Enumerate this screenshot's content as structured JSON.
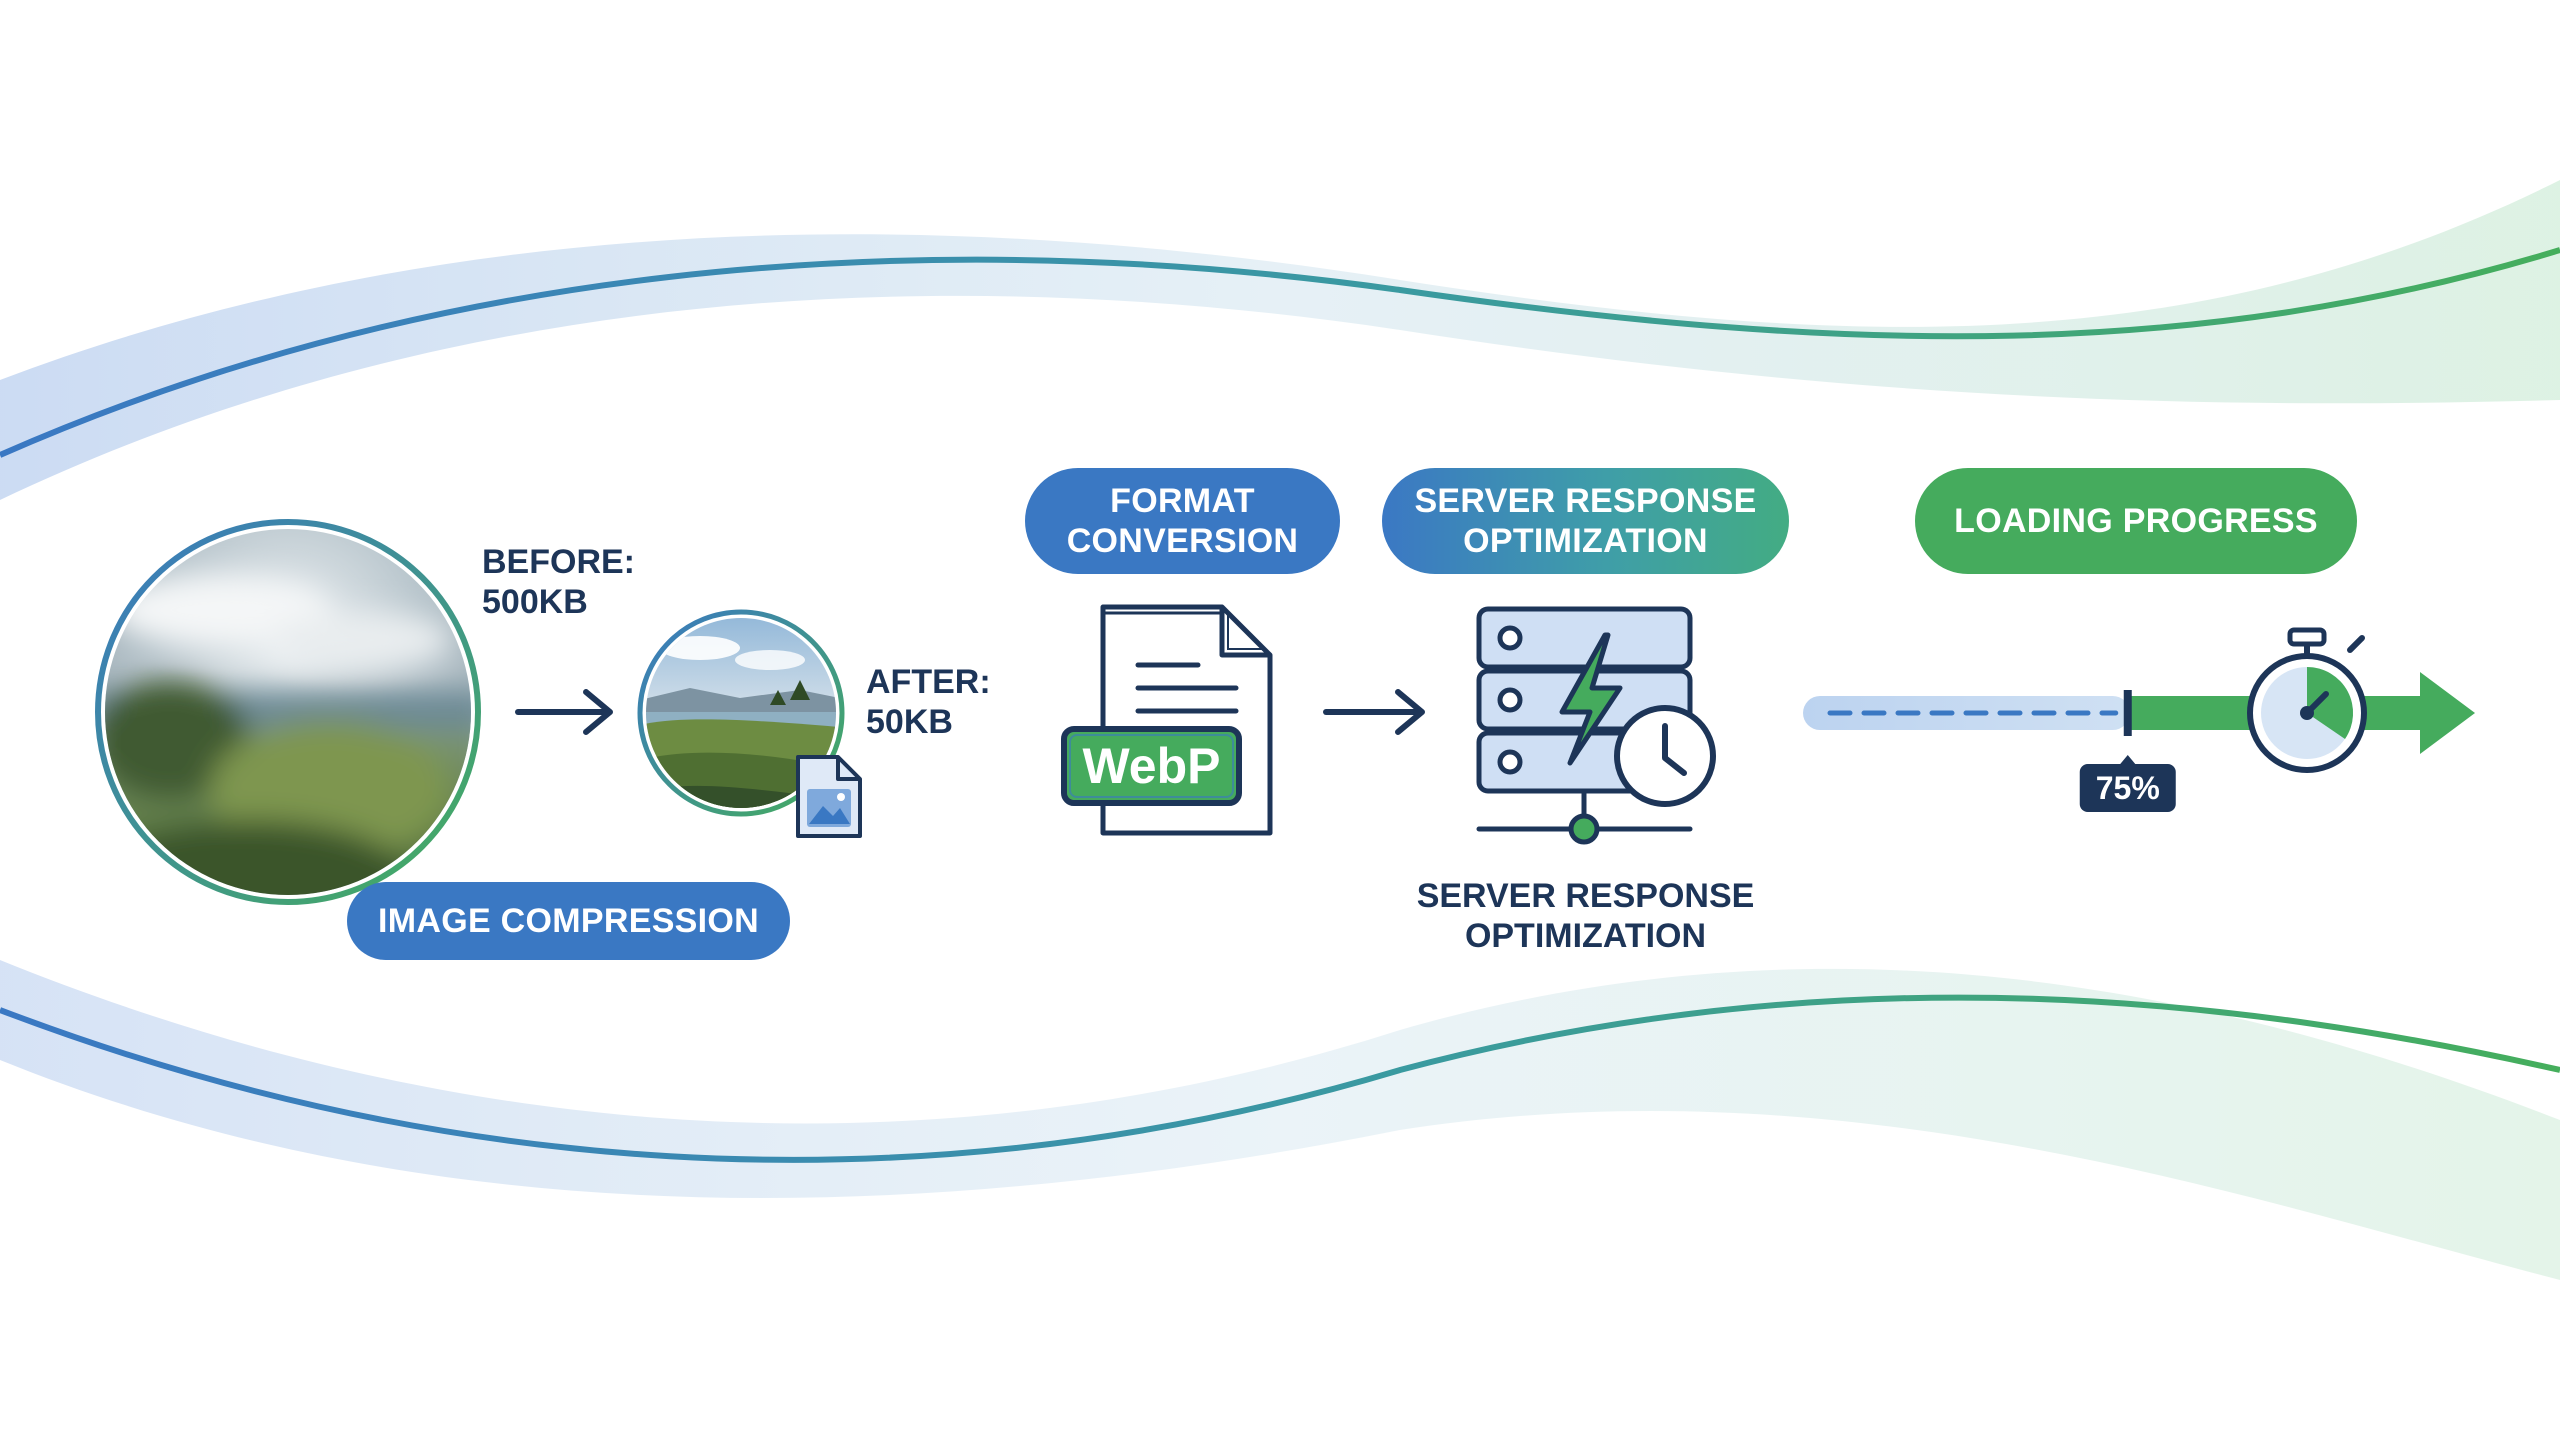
{
  "steps": {
    "compression": {
      "label": "IMAGE COMPRESSION",
      "before_line1": "BEFORE:",
      "before_line2": "500KB",
      "after_line1": "AFTER:",
      "after_line2": "50KB"
    },
    "format": {
      "label_line1": "FORMAT",
      "label_line2": "CONVERSION",
      "badge": "WebP"
    },
    "server": {
      "label_line1": "SERVER RESPONSE",
      "label_line2": "OPTIMIZATION",
      "caption_line1": "SERVER RESPONSE",
      "caption_line2": "OPTIMIZATION"
    },
    "loading": {
      "label": "LOADING PROGRESS",
      "progress_text": "75%",
      "progress_fraction": 0.75
    }
  },
  "colors": {
    "blue": "#3a78c3",
    "green": "#45ab5d",
    "navy": "#1d3558"
  },
  "icons": [
    "arrow-right-icon",
    "document-icon",
    "image-file-icon",
    "server-icon",
    "lightning-icon",
    "clock-icon",
    "stopwatch-icon"
  ]
}
